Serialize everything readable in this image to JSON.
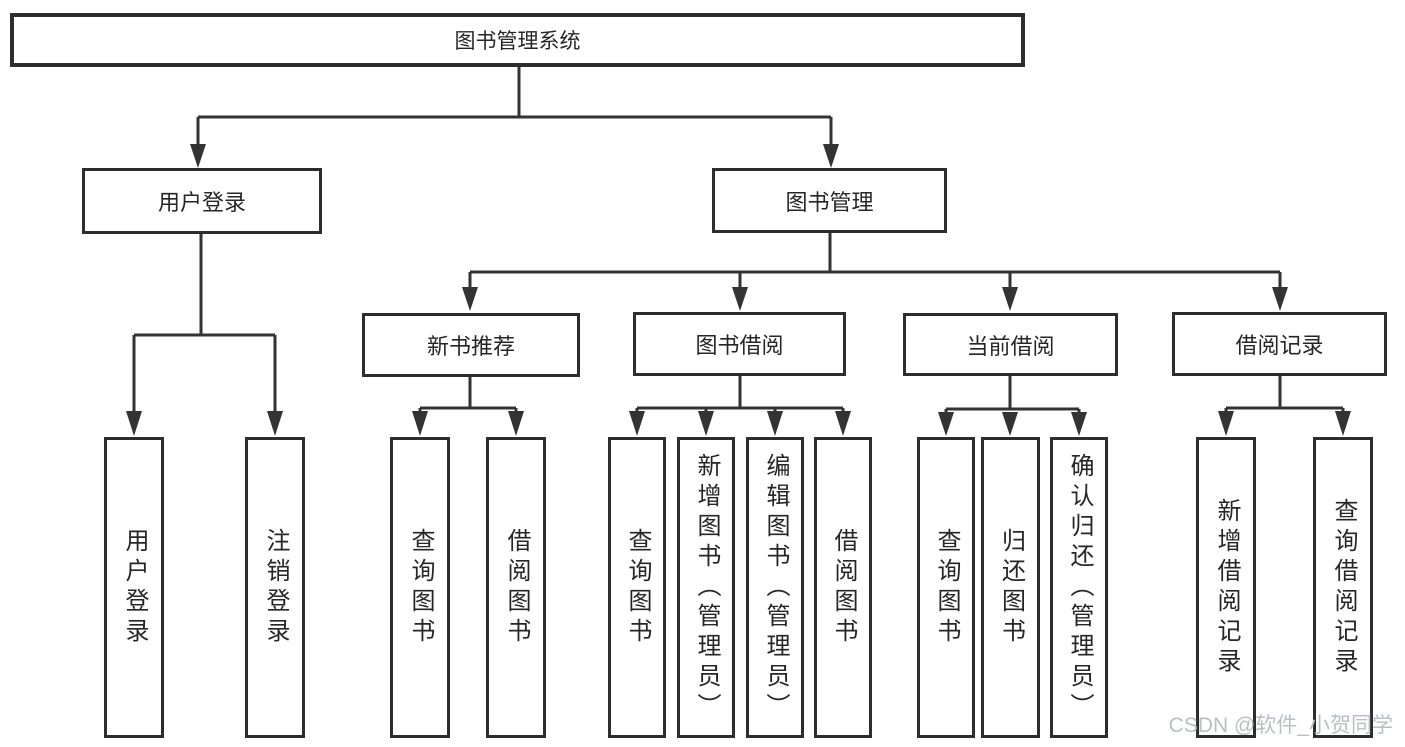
{
  "diagram": {
    "watermark": "CSDN @软件_小贺同学",
    "colors": {
      "background": "#ffffff",
      "box_fill": "#ffffff",
      "box_border": "#2d2d2d",
      "line": "#333333",
      "text": "#262626",
      "watermark": "#b9bec4"
    },
    "nodes": {
      "root": "图书管理系统",
      "user_login_group": "用户登录",
      "book_mgmt": "图书管理",
      "new_book_rec": "新书推荐",
      "book_borrow": "图书借阅",
      "current_borrow": "当前借阅",
      "borrow_records": "借阅记录",
      "leaf_user_login": "用户登录",
      "leaf_logout": "注销登录",
      "leaf_nbr_query": "查询图书",
      "leaf_nbr_borrow": "借阅图书",
      "leaf_bb_query": "查询图书",
      "leaf_bb_add": "新增图书（管理员）",
      "leaf_bb_edit": "编辑图书（管理员）",
      "leaf_bb_borrow": "借阅图书",
      "leaf_cb_query": "查询图书",
      "leaf_cb_return": "归还图书",
      "leaf_cb_confirm": "确认归还（管理员）",
      "leaf_br_add": "新增借阅记录",
      "leaf_br_query": "查询借阅记录"
    }
  }
}
